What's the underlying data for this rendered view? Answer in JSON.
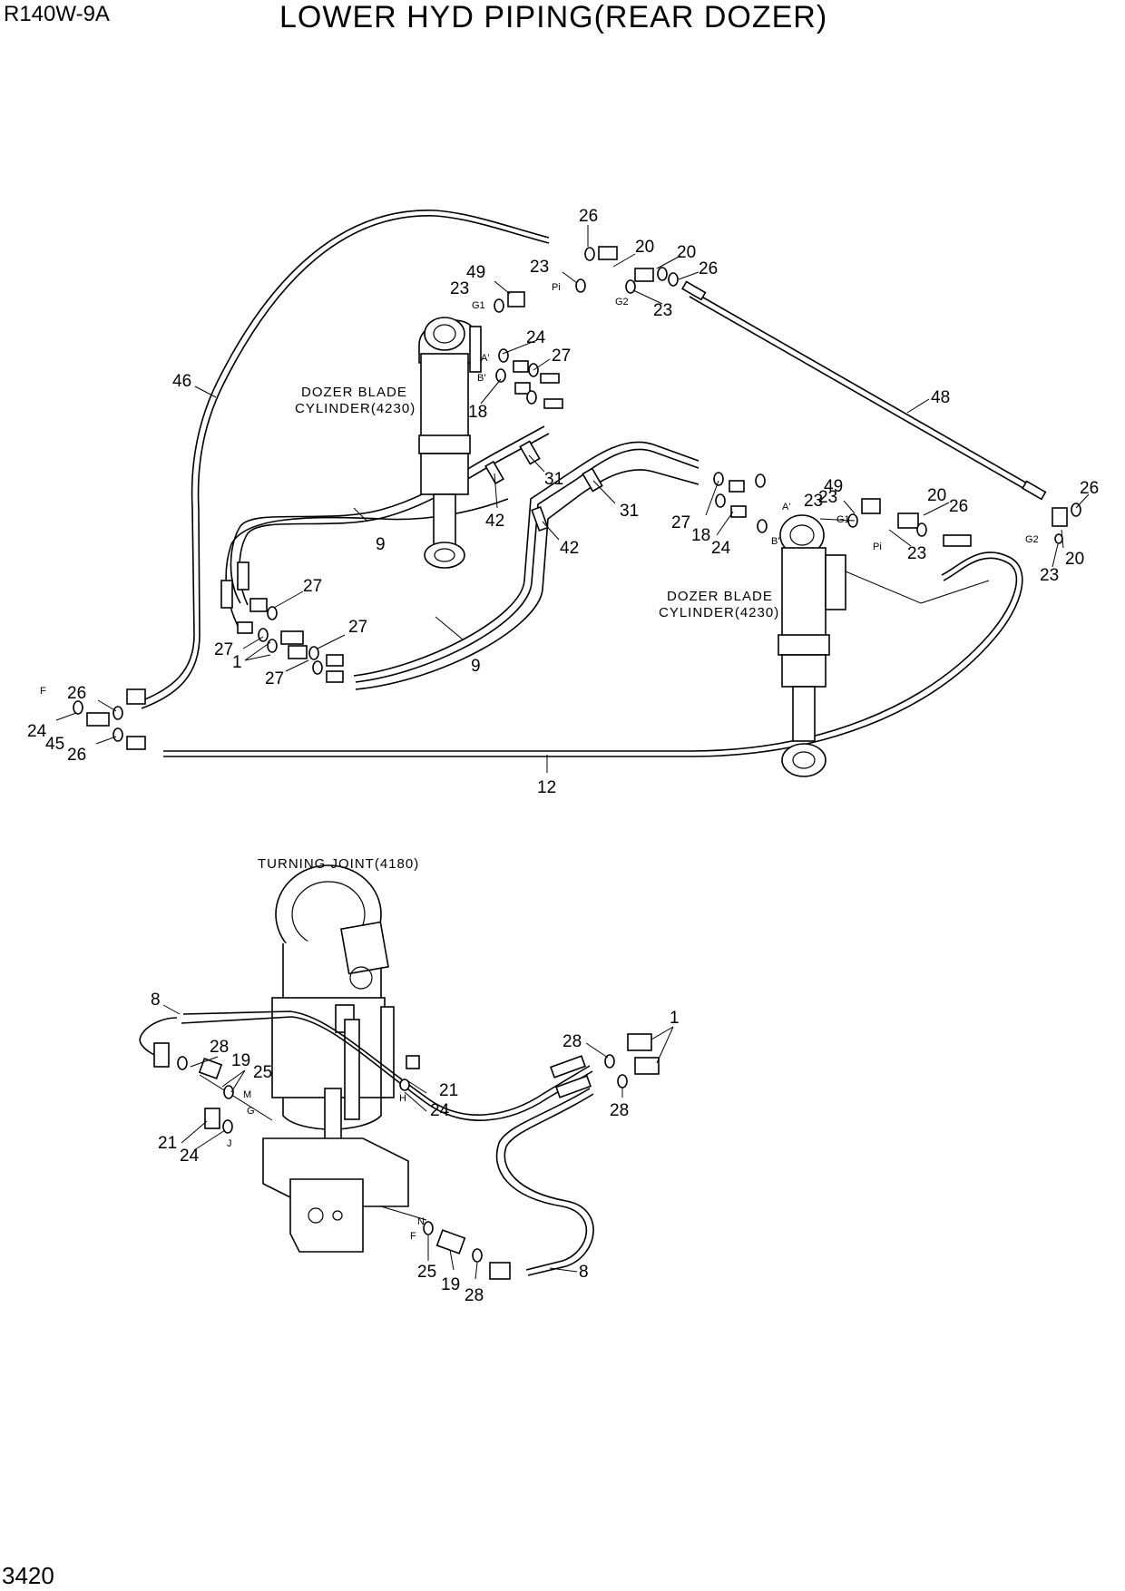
{
  "header": {
    "model": "R140W-9A",
    "title": "LOWER HYD PIPING(REAR DOZER)"
  },
  "footer": {
    "page_number": "3420"
  },
  "component_labels": {
    "dozer_cyl_left_1": "DOZER BLADE",
    "dozer_cyl_left_2": "CYLINDER(4230)",
    "dozer_cyl_right_1": "DOZER BLADE",
    "dozer_cyl_right_2": "CYLINDER(4230)",
    "turning_joint": "TURNING JOINT(4180)"
  },
  "ports": [
    "Pi",
    "G2",
    "G1",
    "A'",
    "B'",
    "A'",
    "B'",
    "G1",
    "Pi",
    "G2",
    "F",
    "M",
    "J",
    "G",
    "H",
    "N",
    "F"
  ],
  "callouts": [
    "26",
    "20",
    "20",
    "26",
    "23",
    "49",
    "23",
    "23",
    "23",
    "24",
    "27",
    "18",
    "46",
    "48",
    "31",
    "42",
    "9",
    "31",
    "42",
    "27",
    "18",
    "24",
    "49",
    "23",
    "20",
    "26",
    "23",
    "26",
    "20",
    "23",
    "27",
    "27",
    "27",
    "1",
    "27",
    "9",
    "26",
    "24",
    "45",
    "26",
    "12",
    "8",
    "28",
    "19",
    "25",
    "21",
    "24",
    "21",
    "24",
    "28",
    "1",
    "28",
    "25",
    "19",
    "28",
    "8"
  ]
}
